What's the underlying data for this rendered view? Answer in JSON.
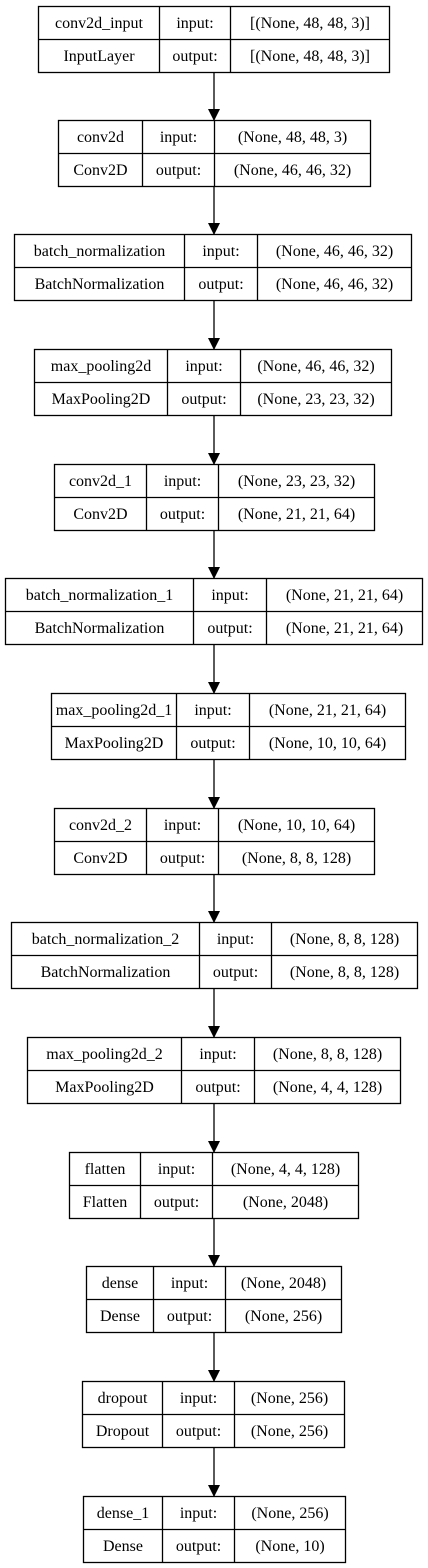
{
  "diagram": {
    "title": "",
    "port_labels": {
      "input": "input:",
      "output": "output:"
    },
    "layers": [
      {
        "name": "conv2d_input",
        "type": "InputLayer",
        "input": "[(None, 48, 48, 3)]",
        "output": "[(None, 48, 48, 3)]"
      },
      {
        "name": "conv2d",
        "type": "Conv2D",
        "input": "(None, 48, 48, 3)",
        "output": "(None, 46, 46, 32)"
      },
      {
        "name": "batch_normalization",
        "type": "BatchNormalization",
        "input": "(None, 46, 46, 32)",
        "output": "(None, 46, 46, 32)"
      },
      {
        "name": "max_pooling2d",
        "type": "MaxPooling2D",
        "input": "(None, 46, 46, 32)",
        "output": "(None, 23, 23, 32)"
      },
      {
        "name": "conv2d_1",
        "type": "Conv2D",
        "input": "(None, 23, 23, 32)",
        "output": "(None, 21, 21, 64)"
      },
      {
        "name": "batch_normalization_1",
        "type": "BatchNormalization",
        "input": "(None, 21, 21, 64)",
        "output": "(None, 21, 21, 64)"
      },
      {
        "name": "max_pooling2d_1",
        "type": "MaxPooling2D",
        "input": "(None, 21, 21, 64)",
        "output": "(None, 10, 10, 64)"
      },
      {
        "name": "conv2d_2",
        "type": "Conv2D",
        "input": "(None, 10, 10, 64)",
        "output": "(None, 8, 8, 128)"
      },
      {
        "name": "batch_normalization_2",
        "type": "BatchNormalization",
        "input": "(None, 8, 8, 128)",
        "output": "(None, 8, 8, 128)"
      },
      {
        "name": "max_pooling2d_2",
        "type": "MaxPooling2D",
        "input": "(None, 8, 8, 128)",
        "output": "(None, 4, 4, 128)"
      },
      {
        "name": "flatten",
        "type": "Flatten",
        "input": "(None, 4, 4, 128)",
        "output": "(None, 2048)"
      },
      {
        "name": "dense",
        "type": "Dense",
        "input": "(None, 2048)",
        "output": "(None, 256)"
      },
      {
        "name": "dropout",
        "type": "Dropout",
        "input": "(None, 256)",
        "output": "(None, 256)"
      },
      {
        "name": "dense_1",
        "type": "Dense",
        "input": "(None, 256)",
        "output": "(None, 10)"
      }
    ]
  }
}
